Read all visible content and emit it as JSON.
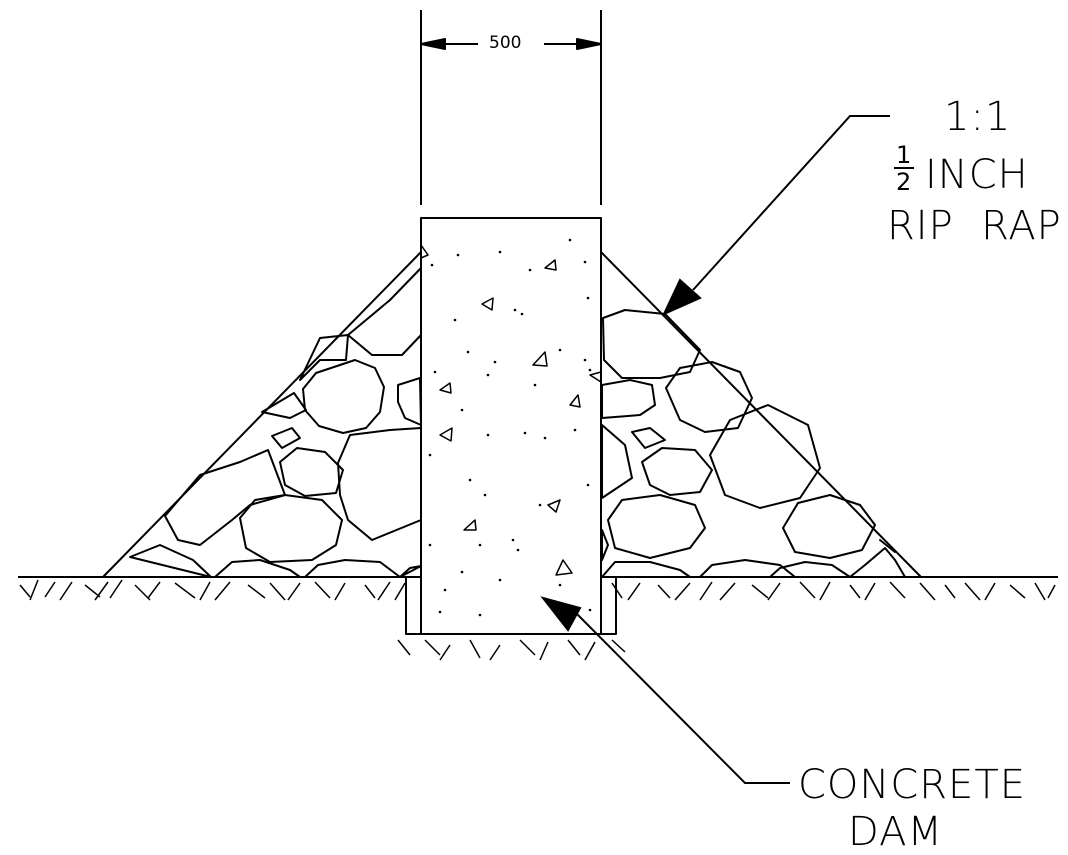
{
  "dimension": {
    "value": "500"
  },
  "riprap": {
    "slope": "1:1",
    "fraction_numerator": "1",
    "fraction_denominator": "2",
    "size_unit": "INCH",
    "material": "RIP  RAP"
  },
  "dam": {
    "line1": "CONCRETE",
    "line2": "DAM"
  },
  "colors": {
    "ink": "#000000",
    "paper": "#ffffff"
  }
}
